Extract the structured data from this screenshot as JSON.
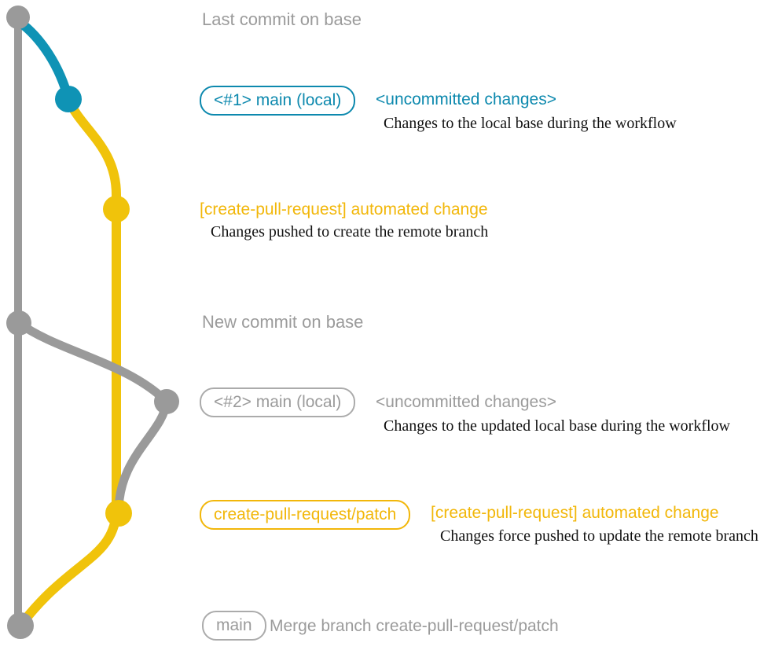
{
  "palette": {
    "gray": "#9a9a9a",
    "gray_text": "#9b9b9b",
    "blue": "#0f93b5",
    "blue_text": "#0d89ae",
    "yellow": "#f0c30b",
    "yellow_text": "#f2b70a",
    "ink": "#121212"
  },
  "sections": {
    "last_commit_title": "Last commit on base",
    "new_commit_title": "New commit on base",
    "row1": {
      "tag": "<#1> main (local)",
      "status": "<uncommitted changes>",
      "desc": "Changes to the local base during the workflow"
    },
    "row2": {
      "label": "[create-pull-request] automated change",
      "desc": "Changes pushed to create the remote branch"
    },
    "row3": {
      "tag": "<#2> main (local)",
      "status": "<uncommitted changes>",
      "desc": "Changes to the updated local base during the workflow"
    },
    "row4": {
      "tag": "create-pull-request/patch",
      "label": "[create-pull-request] automated change",
      "desc": "Changes force pushed to update the remote branch"
    },
    "row5": {
      "tag": "main",
      "label": "Merge branch create-pull-request/patch"
    }
  }
}
